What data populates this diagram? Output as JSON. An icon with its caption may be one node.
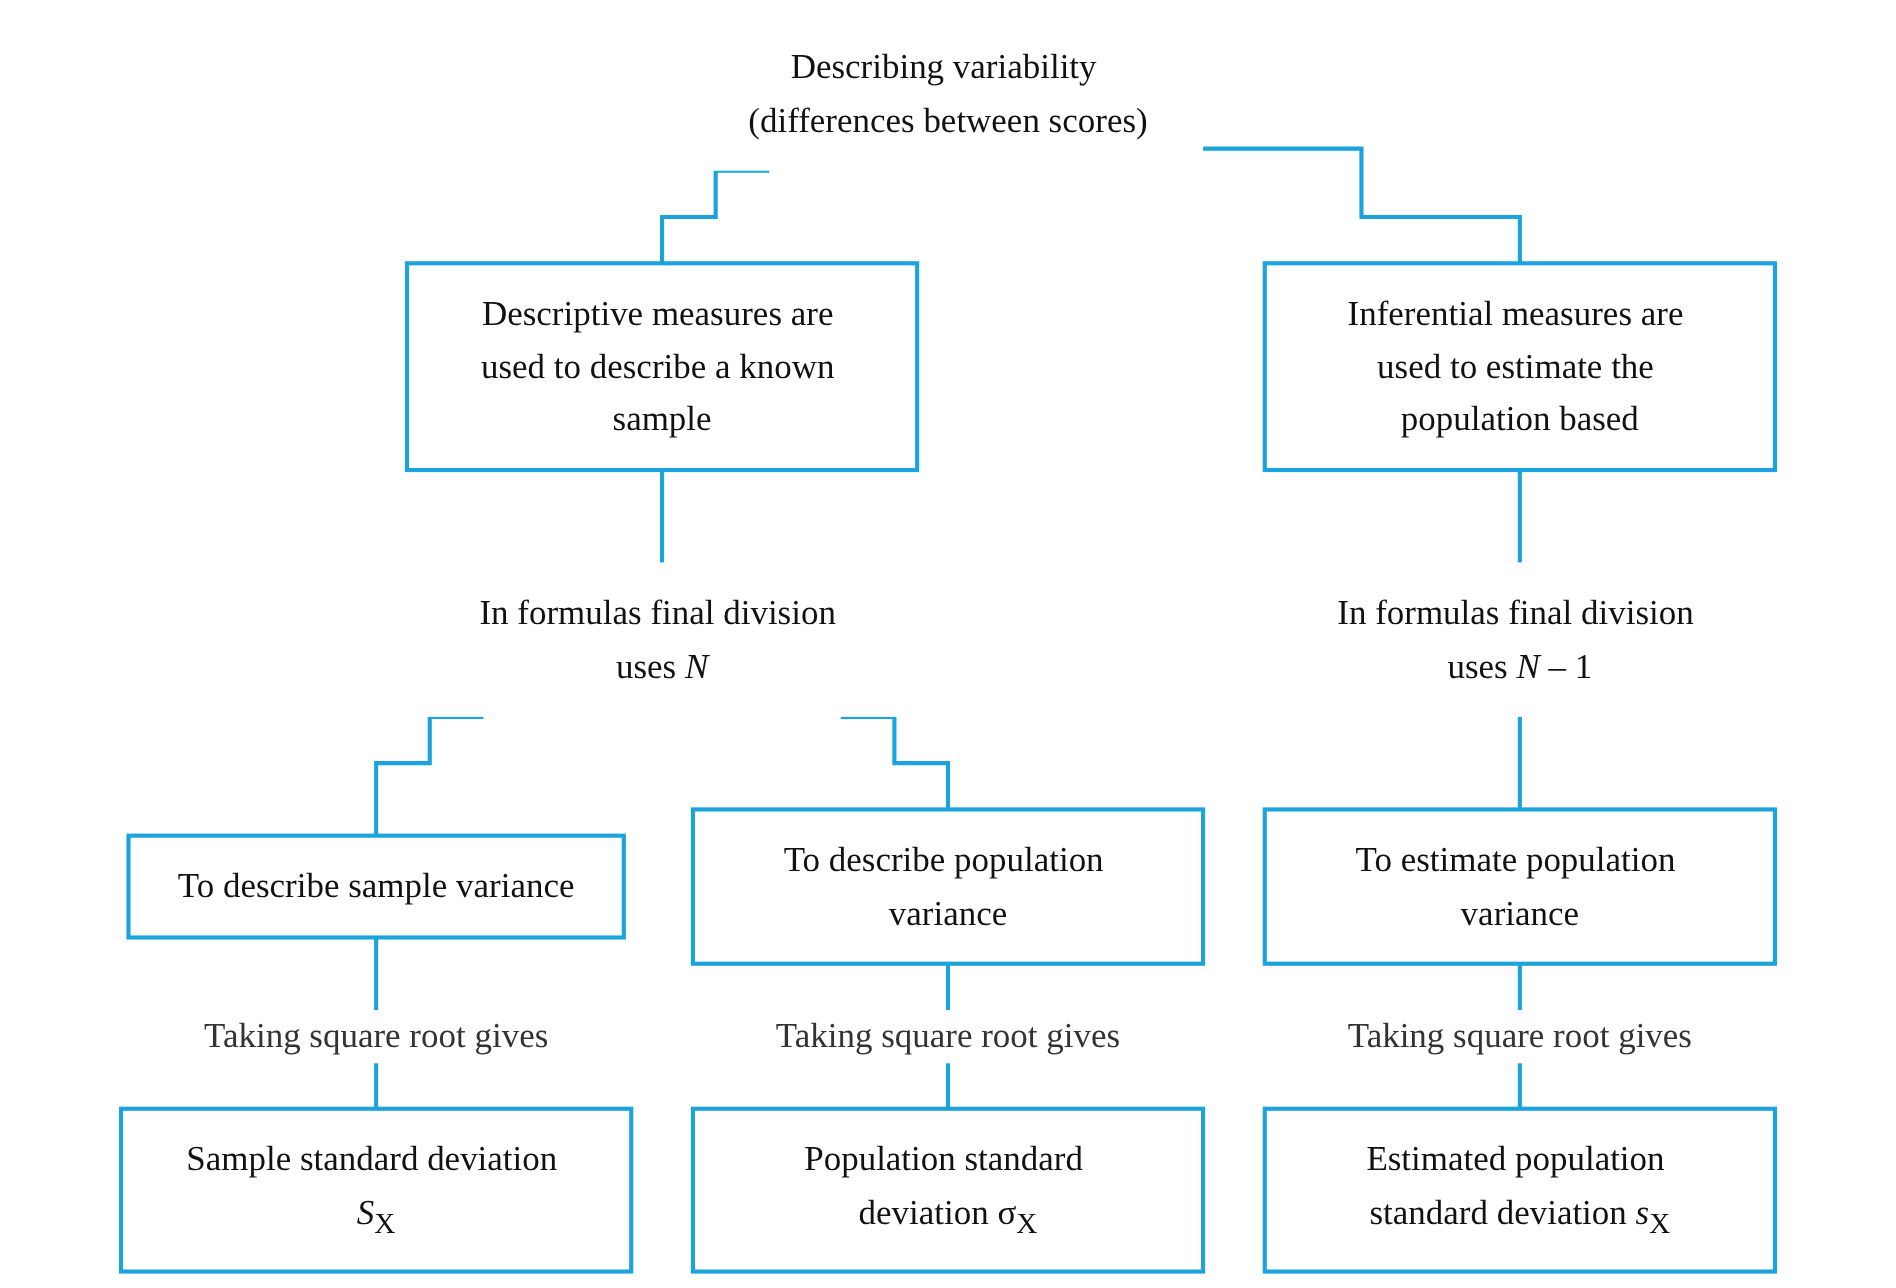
{
  "diagram": {
    "nodes": [
      {
        "text": [
          "Describing variability (differences between scores)"
        ]
      },
      {
        "text": [
          "Descriptive measures are used to describe a known sample"
        ]
      },
      {
        "text": [
          "Inferential measures are used to estimate the population based"
        ]
      },
      {
        "text": [
          "In formulas final division uses *N*"
        ]
      },
      {
        "text": [
          "In formulas final division uses *N* – 1"
        ]
      },
      {
        "text": [
          "To describe sample variance"
        ]
      },
      {
        "text": [
          "To describe population variance"
        ]
      },
      {
        "text": [
          "To estimate population variance"
        ]
      },
      {
        "text": [
          "Sample standard deviation *S*$_{X}$"
        ]
      },
      {
        "text": [
          "Population standard deviation σ$_{X}$"
        ]
      },
      {
        "text": [
          "Estimated population standard deviation *s*$_{X}$"
        ]
      }
    ],
    "edges": [
      {
        "from": 0,
        "to": 1,
        "arrow": "none"
      },
      {
        "from": 0,
        "to": 2,
        "arrow": "none"
      },
      {
        "from": 1,
        "to": 3,
        "arrow": "none"
      },
      {
        "from": 3,
        "to": 5,
        "arrow": "none"
      },
      {
        "from": 3,
        "to": 6,
        "arrow": "none"
      },
      {
        "from": 2,
        "to": 4,
        "arrow": "none"
      },
      {
        "from": 4,
        "to": 7,
        "arrow": "none"
      },
      {
        "from": 5,
        "to": 8,
        "arrow": "none",
        "label": "Taking square root gives"
      },
      {
        "from": 6,
        "to": 9,
        "arrow": "none",
        "label": "Taking square root gives"
      },
      {
        "from": 7,
        "to": 10,
        "arrow": "none",
        "label": "Taking square root gives"
      }
    ]
  }
}
